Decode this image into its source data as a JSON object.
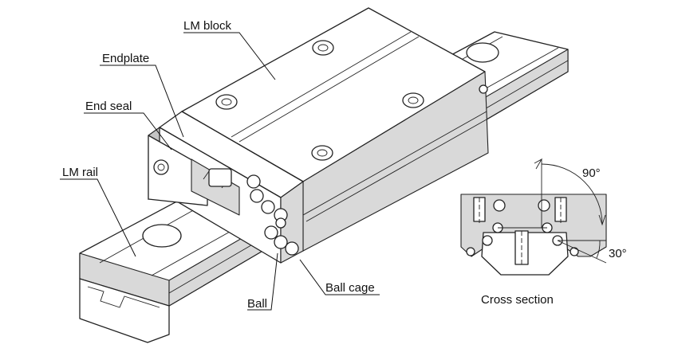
{
  "diagram": {
    "labels": {
      "lm_block": "LM block",
      "endplate": "Endplate",
      "end_seal": "End seal",
      "lm_rail": "LM rail",
      "ball": "Ball",
      "ball_cage": "Ball cage",
      "cross_section": "Cross section",
      "angle_90": "90°",
      "angle_30": "30°"
    },
    "colors": {
      "line": "#222222",
      "shading": "#d9d9d9",
      "background": "#ffffff"
    }
  }
}
